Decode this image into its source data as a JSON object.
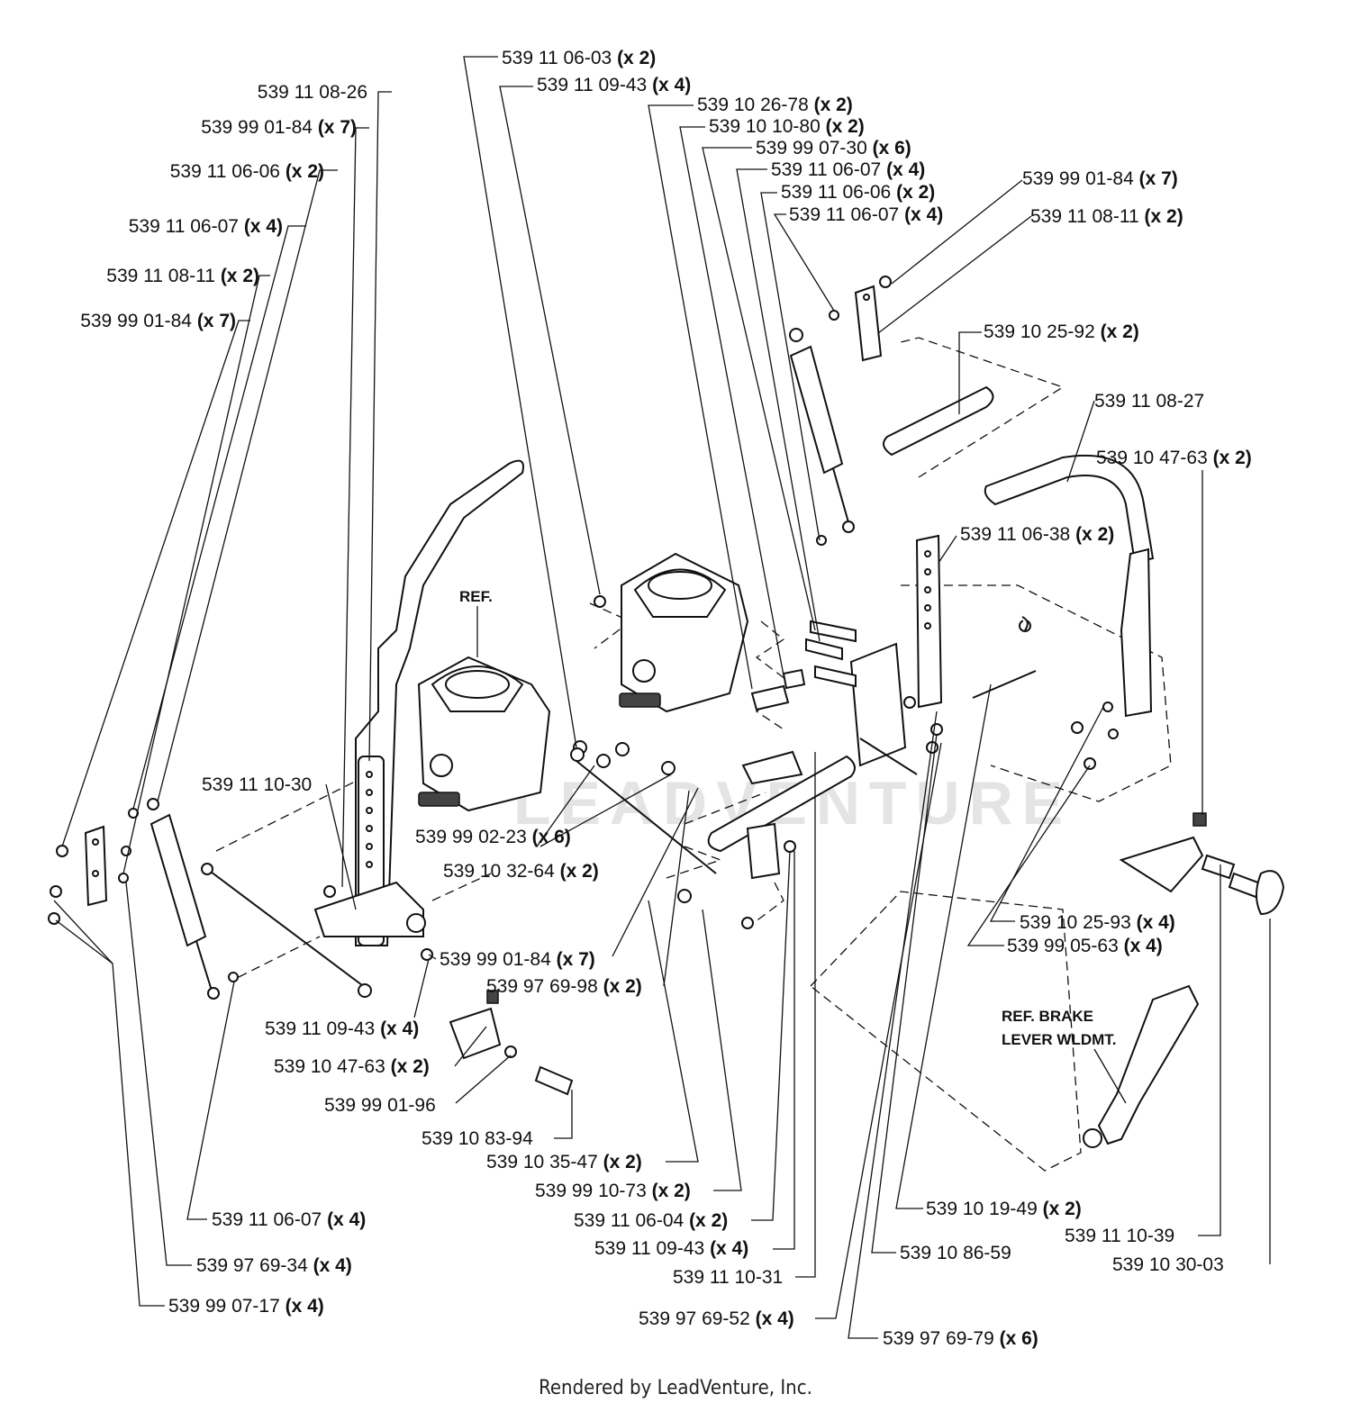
{
  "callouts": [
    {
      "number": "539 11 06-03",
      "qty": "(x 2)"
    },
    {
      "number": "539 11 09-43",
      "qty": "(x 4)"
    },
    {
      "number": "539 11 08-26",
      "qty": ""
    },
    {
      "number": "539 10 26-78",
      "qty": "(x 2)"
    },
    {
      "number": "539 10 10-80",
      "qty": "(x 2)"
    },
    {
      "number": "539 99 01-84",
      "qty": "(x 7)"
    },
    {
      "number": "539 99 07-30",
      "qty": "(x 6)"
    },
    {
      "number": "539 11 06-06",
      "qty": "(x 2)"
    },
    {
      "number": "539 11 06-07",
      "qty": "(x 4)"
    },
    {
      "number": "539 11 06-06",
      "qty": "(x 2)"
    },
    {
      "number": "539 99 01-84",
      "qty": "(x 7)"
    },
    {
      "number": "539 11 06-07",
      "qty": "(x 4)"
    },
    {
      "number": "539 11 08-11",
      "qty": "(x 2)"
    },
    {
      "number": "539 11 06-07",
      "qty": "(x 4)"
    },
    {
      "number": "539 11 08-11",
      "qty": "(x 2)"
    },
    {
      "number": "539 99 01-84",
      "qty": "(x 7)"
    },
    {
      "number": "539 10 25-92",
      "qty": "(x 2)"
    },
    {
      "number": "539 11 08-27",
      "qty": ""
    },
    {
      "number": "539 10 47-63",
      "qty": "(x 2)"
    },
    {
      "number": "539 11 06-38",
      "qty": "(x 2)"
    },
    {
      "number": "539 11 10-30",
      "qty": ""
    },
    {
      "number": "539 99 02-23",
      "qty": "(x 6)"
    },
    {
      "number": "539 10 32-64",
      "qty": "(x 2)"
    },
    {
      "number": "539 10 25-93",
      "qty": "(x 4)"
    },
    {
      "number": "539 99 05-63",
      "qty": "(x 4)"
    },
    {
      "number": "539 99 01-84",
      "qty": "(x 7)"
    },
    {
      "number": "539 97 69-98",
      "qty": "(x 2)"
    },
    {
      "number": "539 11 09-43",
      "qty": "(x 4)"
    },
    {
      "number": "539 10 47-63",
      "qty": "(x 2)"
    },
    {
      "number": "539 99 01-96",
      "qty": ""
    },
    {
      "number": "539 10 83-94",
      "qty": ""
    },
    {
      "number": "539 10 35-47",
      "qty": "(x 2)"
    },
    {
      "number": "539 99 10-73",
      "qty": "(x 2)"
    },
    {
      "number": "539 11 06-04",
      "qty": "(x 2)"
    },
    {
      "number": "539 10 19-49",
      "qty": "(x 2)"
    },
    {
      "number": "539 11 06-07",
      "qty": "(x 4)"
    },
    {
      "number": "539 11 09-43",
      "qty": "(x 4)"
    },
    {
      "number": "539 11 10-39",
      "qty": ""
    },
    {
      "number": "539 10 86-59",
      "qty": ""
    },
    {
      "number": "539 97 69-34",
      "qty": "(x 4)"
    },
    {
      "number": "539 10 30-03",
      "qty": ""
    },
    {
      "number": "539 11 10-31",
      "qty": ""
    },
    {
      "number": "539 99 07-17",
      "qty": "(x 4)"
    },
    {
      "number": "539 97 69-52",
      "qty": "(x 4)"
    },
    {
      "number": "539 97 69-79",
      "qty": "(x 6)"
    }
  ],
  "ref_labels": {
    "ref": "REF.",
    "brake_line1": "REF. BRAKE",
    "brake_line2": "LEVER WLDMT."
  },
  "watermark": "LEADVENTURE",
  "footer": "Rendered by LeadVenture, Inc."
}
